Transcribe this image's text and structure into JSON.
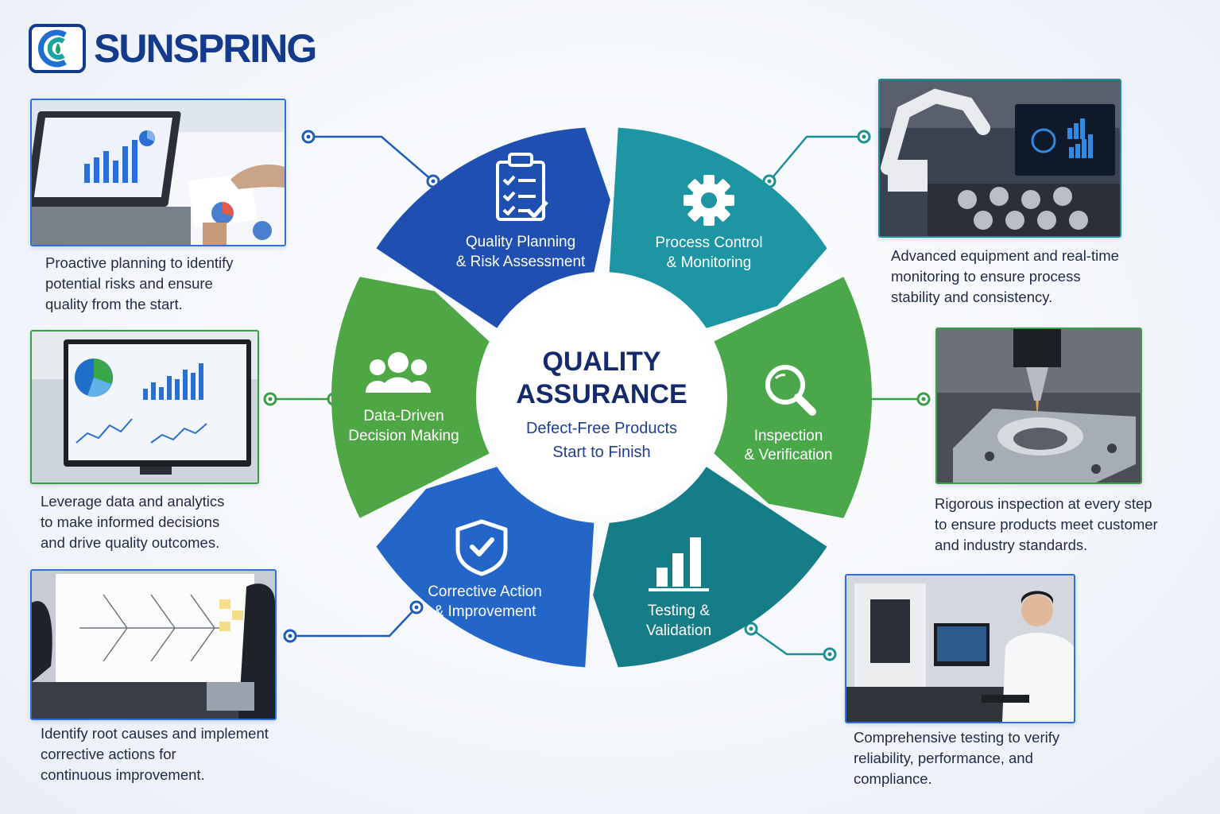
{
  "brand": {
    "name": "SUNSPRING"
  },
  "center": {
    "title_line1": "QUALITY",
    "title_line2": "ASSURANCE",
    "subtitle_line1": "Defect-Free Products",
    "subtitle_line2": "Start to Finish"
  },
  "stages": [
    {
      "id": "planning",
      "line1": "Quality Planning",
      "line2": "& Risk Assessment",
      "icon": "clipboard-check-icon",
      "color": "#1f4fb0",
      "desc": [
        "Proactive planning to identify",
        "potential risks and ensure",
        "quality from the start."
      ]
    },
    {
      "id": "process",
      "line1": "Process Control",
      "line2": "& Monitoring",
      "icon": "gear-icon",
      "color": "#1d95a3",
      "desc": [
        "Advanced equipment and real-time",
        "monitoring to ensure process",
        "stability and consistency."
      ]
    },
    {
      "id": "inspection",
      "line1": "Inspection",
      "line2": "& Verification",
      "icon": "magnifier-icon",
      "color": "#4aa84a",
      "desc": [
        "Rigorous inspection at every step",
        "to ensure products meet customer",
        "and industry standards."
      ]
    },
    {
      "id": "testing",
      "line1": "Testing &",
      "line2": "Validation",
      "icon": "bar-chart-icon",
      "color": "#157d88",
      "desc": [
        "Comprehensive testing to verify",
        "reliability, performance, and",
        "compliance."
      ]
    },
    {
      "id": "corrective",
      "line1": "Corrective Action",
      "line2": "& Improvement",
      "icon": "shield-check-icon",
      "color": "#2466c8",
      "desc": [
        "Identify root causes and implement",
        "corrective actions for",
        "continuous improvement."
      ]
    },
    {
      "id": "data",
      "line1": "Data-Driven",
      "line2": "Decision Making",
      "icon": "people-group-icon",
      "color": "#4ea645",
      "desc": [
        "Leverage data and analytics",
        "to make informed decisions",
        "and drive quality outcomes."
      ]
    }
  ],
  "colors": {
    "connector": "#1e5db8",
    "connector_teal": "#1b8f98",
    "connector_green": "#3a9d45"
  }
}
